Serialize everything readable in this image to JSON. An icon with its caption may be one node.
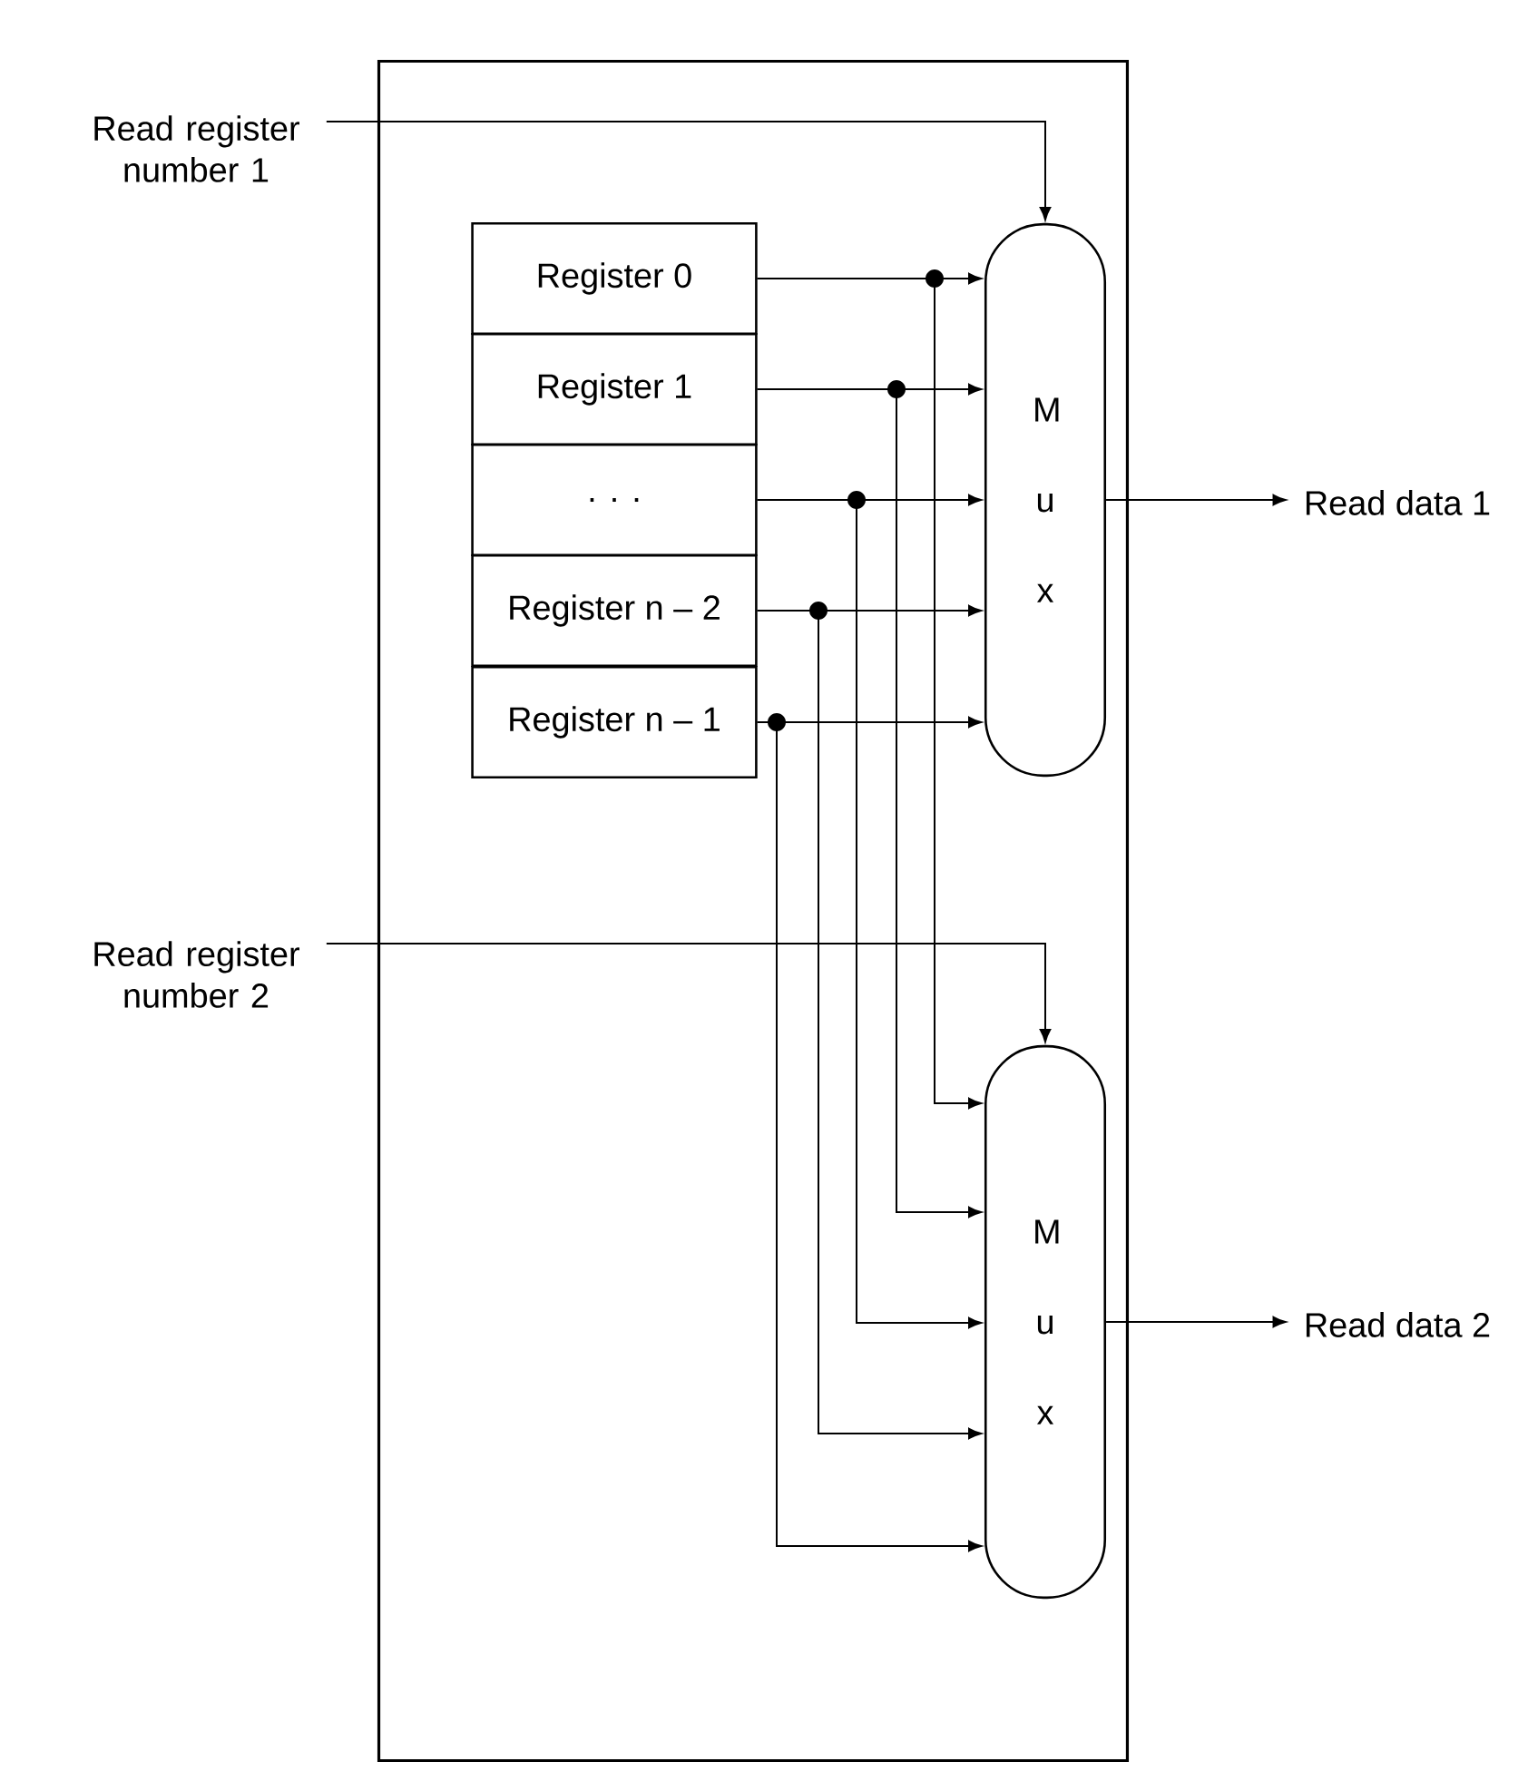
{
  "diagram": {
    "nodes": [
      {
        "text": [],
        "shape": "box"
      },
      {
        "text": [
          "Read register number 1"
        ]
      },
      {
        "text": [
          "Register 0"
        ],
        "in": 0
      },
      {
        "text": [
          "Register 1"
        ],
        "in": 0
      },
      {
        "text": [
          ". . ."
        ],
        "in": 0
      },
      {
        "text": [
          "Register n – 2"
        ],
        "in": 0
      },
      {
        "text": [
          "Register n – 1"
        ],
        "in": 0
      },
      {
        "text": [
          "M u x"
        ],
        "in": 0
      },
      {
        "text": [
          "Read data 1"
        ]
      },
      {
        "text": [
          "Read register number 2"
        ]
      },
      {
        "text": [
          "M u x"
        ],
        "in": 0
      },
      {
        "text": [
          "Read data 2"
        ]
      }
    ],
    "edges": [
      {
        "from": 1,
        "to": 7,
        "arrow": "to"
      },
      {
        "from": 2,
        "to": 7,
        "arrow": "to"
      },
      {
        "from": 3,
        "to": 7,
        "arrow": "to"
      },
      {
        "from": 4,
        "to": 7,
        "arrow": "to"
      },
      {
        "from": 5,
        "to": 7,
        "arrow": "to"
      },
      {
        "from": 6,
        "to": 7,
        "arrow": "to"
      },
      {
        "from": 2,
        "to": 10,
        "arrow": "to"
      },
      {
        "from": 3,
        "to": 10,
        "arrow": "to"
      },
      {
        "from": 4,
        "to": 10,
        "arrow": "to"
      },
      {
        "from": 5,
        "to": 10,
        "arrow": "to"
      },
      {
        "from": 6,
        "to": 10,
        "arrow": "to"
      },
      {
        "from": 7,
        "to": 8,
        "arrow": "to"
      },
      {
        "from": 9,
        "to": 10,
        "arrow": "to"
      },
      {
        "from": 10,
        "to": 11,
        "arrow": "to"
      }
    ]
  }
}
